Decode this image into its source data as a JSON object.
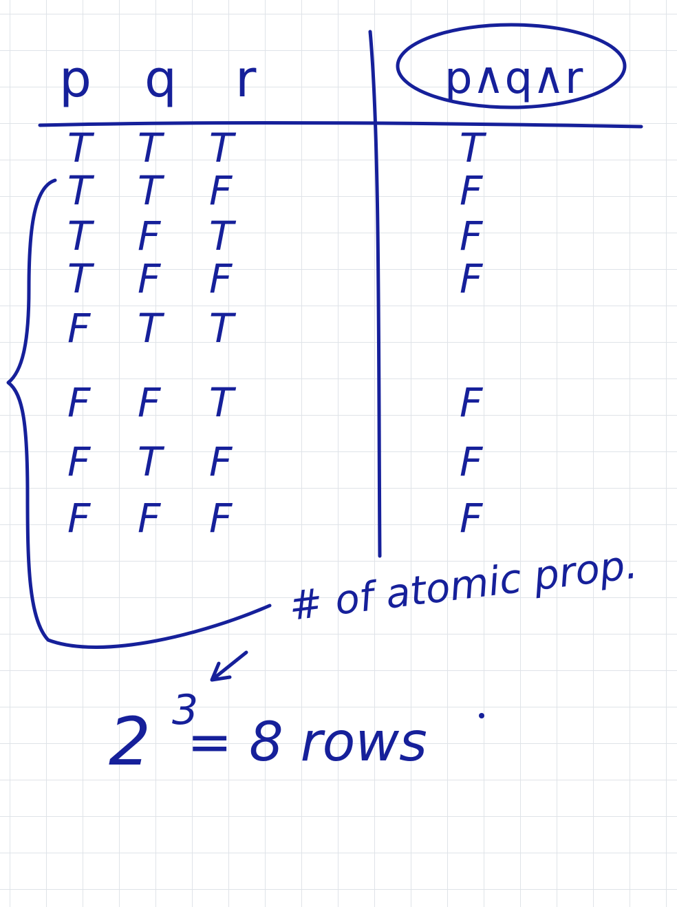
{
  "ink_color": "#16209a",
  "grid_color": "#dfe3e8",
  "headers": {
    "p": "p",
    "q": "q",
    "r": "r",
    "result": "p∧q∧r"
  },
  "rows": [
    [
      "T",
      "T",
      "T",
      "T"
    ],
    [
      "T",
      "T",
      "F",
      "F"
    ],
    [
      "T",
      "F",
      "T",
      "F"
    ],
    [
      "T",
      "F",
      "F",
      "F"
    ],
    [
      "F",
      "T",
      "T",
      ""
    ],
    [
      "F",
      "F",
      "T",
      "F"
    ],
    [
      "F",
      "T",
      "F",
      "F"
    ],
    [
      "F",
      "F",
      "F",
      "F"
    ]
  ],
  "notes": {
    "atomic": "# of atomic prop.",
    "base": "2",
    "exponent": "3",
    "equation": "= 8 rows"
  }
}
